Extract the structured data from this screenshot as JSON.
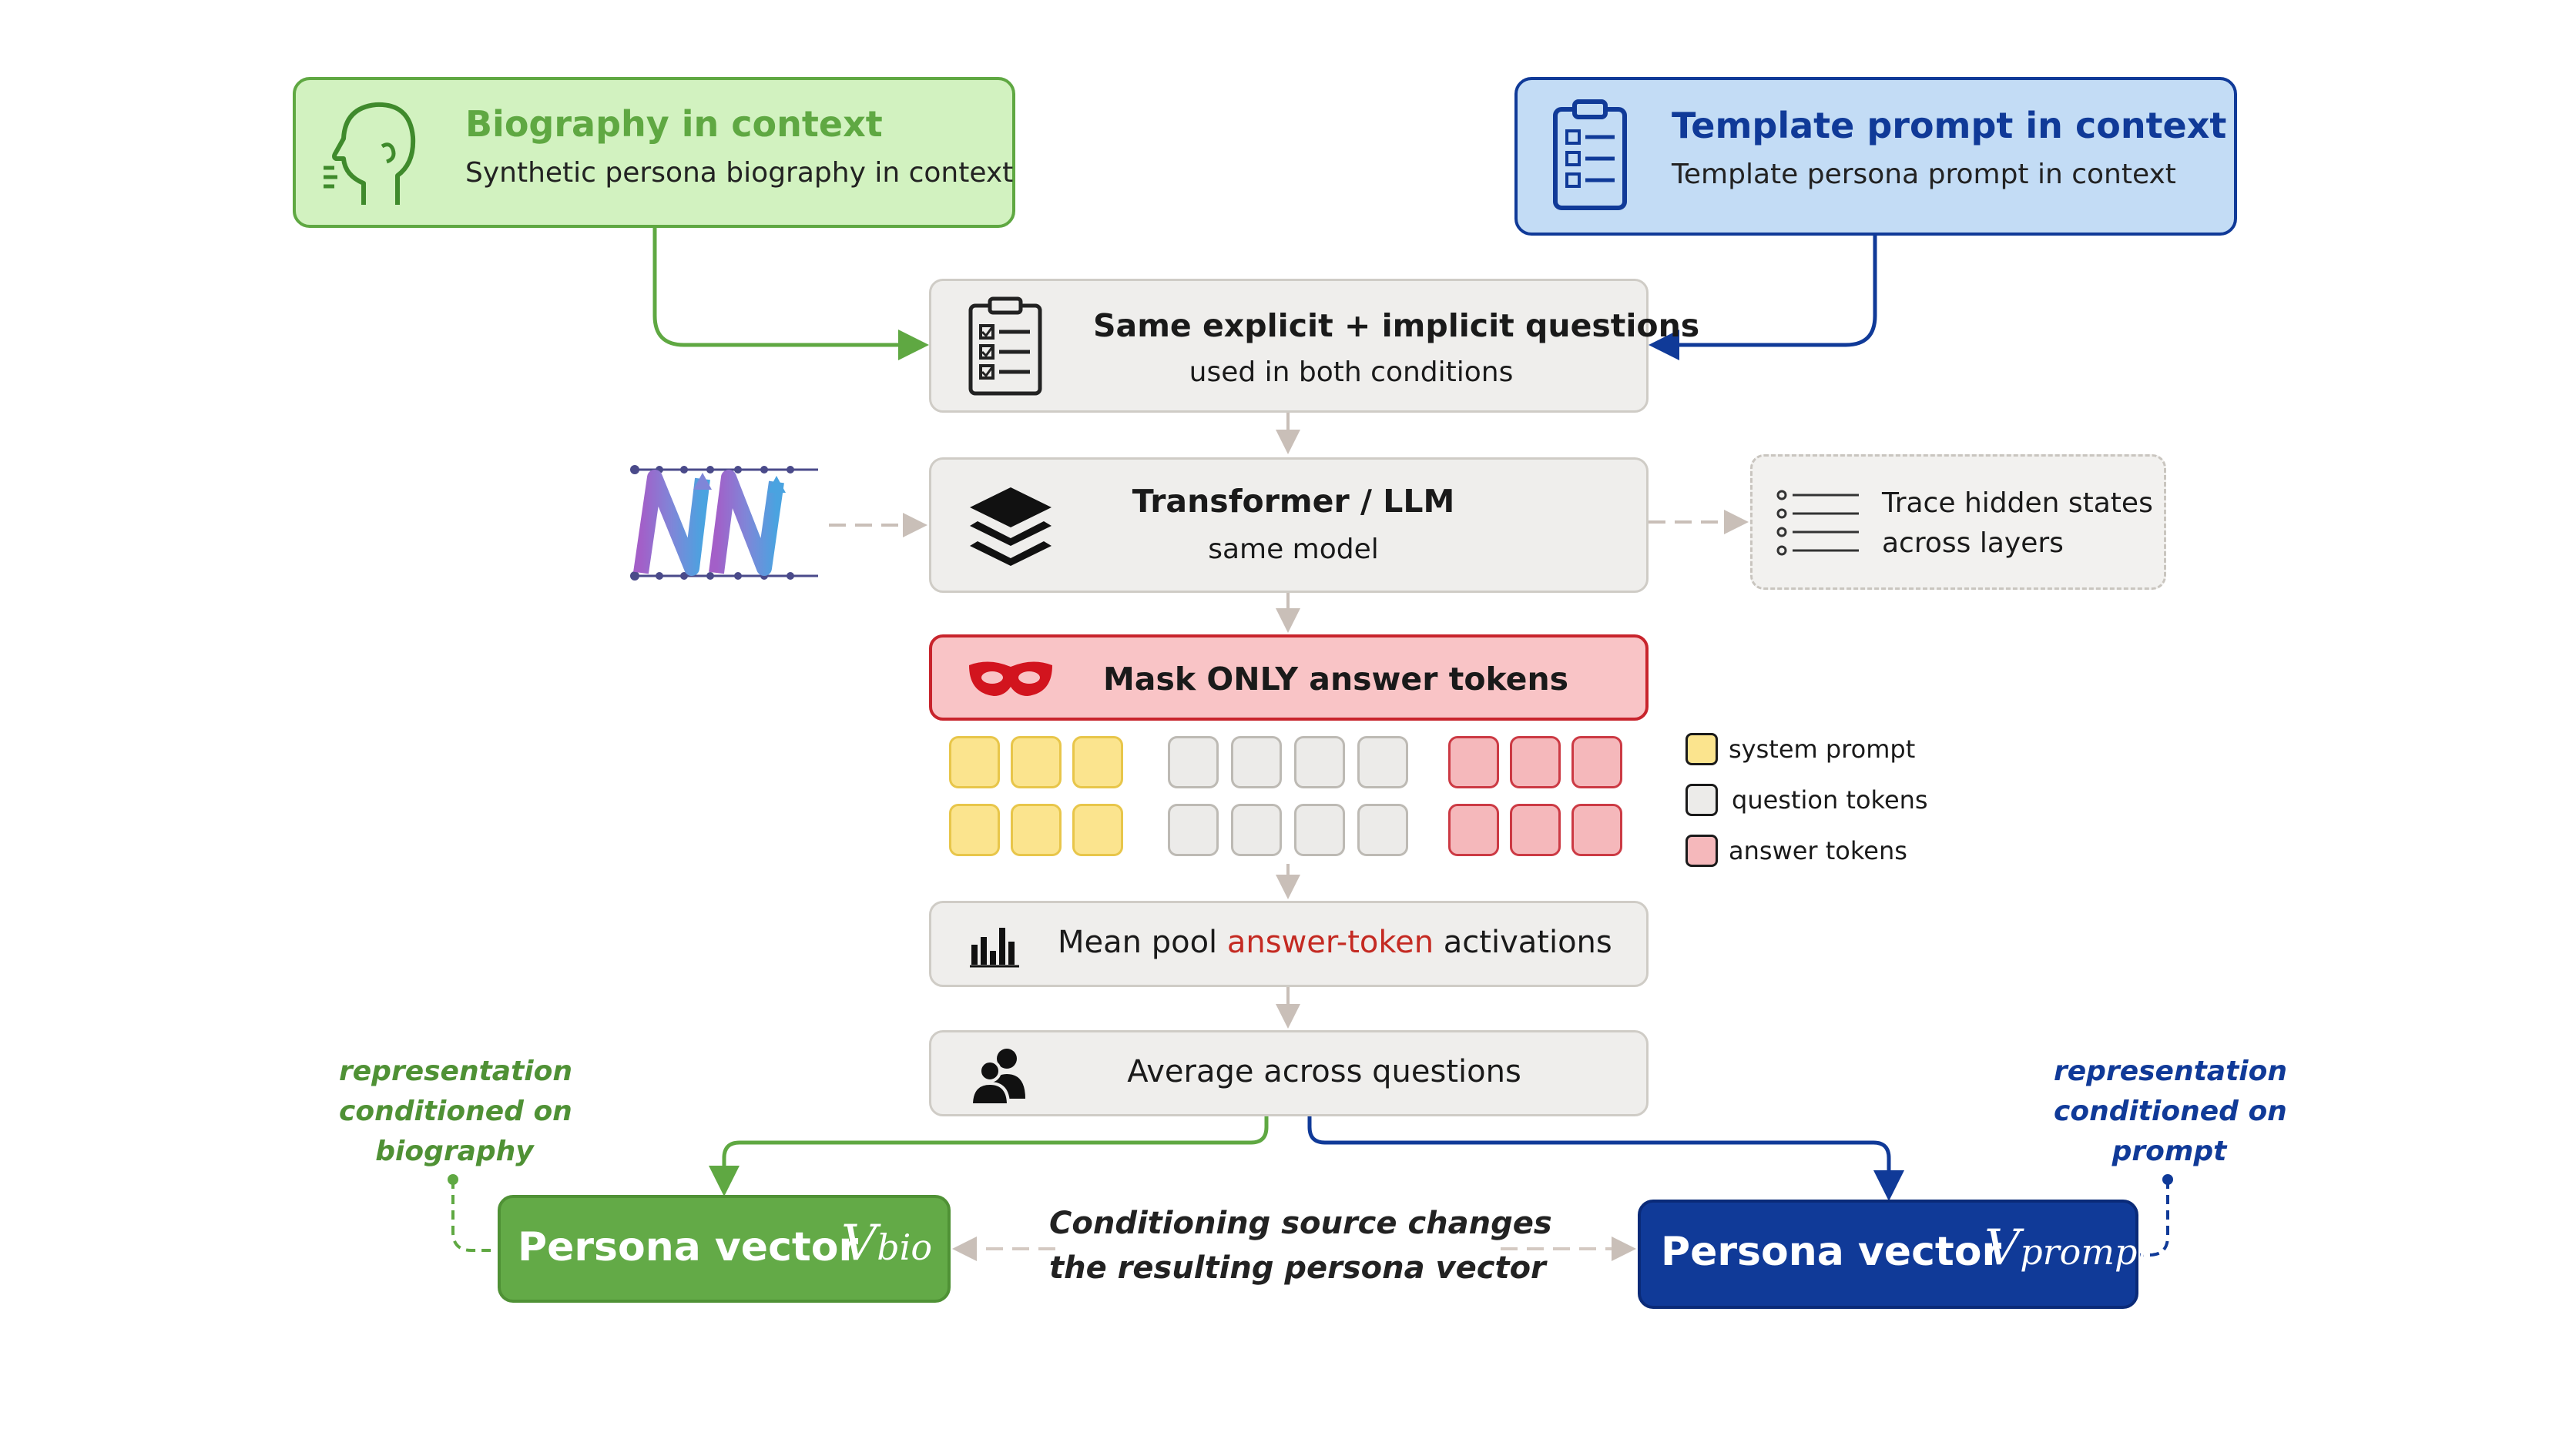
{
  "biography": {
    "title": "Biography in context",
    "subtitle": "Synthetic persona biography in context",
    "color": "#5fa842"
  },
  "template": {
    "title": "Template prompt in context",
    "subtitle": "Template persona prompt in context",
    "color": "#103a98"
  },
  "questions": {
    "title": "Same explicit + implicit questions",
    "subtitle": "used in both conditions"
  },
  "transformer": {
    "title": "Transformer / LLM",
    "subtitle": "same model"
  },
  "trace": {
    "line1": "Trace hidden states",
    "line2": "across layers"
  },
  "mask": {
    "title": "Mask ONLY answer tokens"
  },
  "legend": {
    "system": "system prompt",
    "question": "question tokens",
    "answer": "answer tokens"
  },
  "pool": {
    "prefix": "Mean pool ",
    "highlight": "answer-token",
    "suffix": " activations"
  },
  "average": {
    "title": "Average across questions"
  },
  "persona_bio": {
    "label": "Persona vector",
    "symbol": "V",
    "subscript": "bio"
  },
  "persona_prompt": {
    "label": "Persona vector",
    "symbol": "V",
    "subscript": "prompt"
  },
  "note_bio": {
    "line1": "representation",
    "line2": "conditioned on",
    "line3": "biography"
  },
  "note_prompt": {
    "line1": "representation",
    "line2": "conditioned on",
    "line3": "prompt"
  },
  "center_note": {
    "line1": "Conditioning source changes",
    "line2": "the resulting persona vector"
  },
  "icons": {
    "biography": "head-profile-icon",
    "template": "clipboard-icon",
    "questions": "checklist-clipboard-icon",
    "nn": "nn-logo-icon",
    "transformer": "layers-icon",
    "trace": "list-icon",
    "mask": "mask-icon",
    "pool": "bar-chart-icon",
    "average": "users-icon"
  }
}
